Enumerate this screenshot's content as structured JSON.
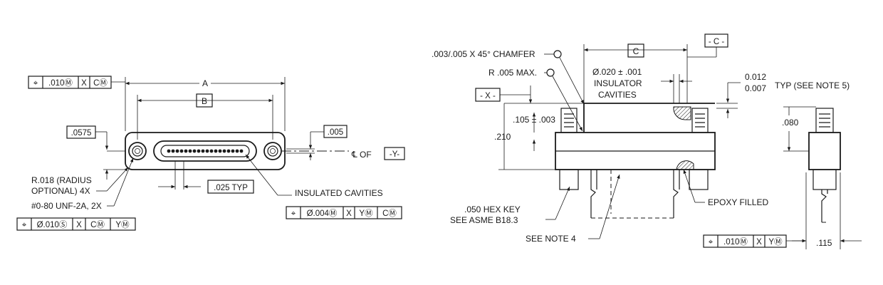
{
  "front_view": {
    "fcf_top": [
      "⌖",
      ".010Ⓜ",
      "X",
      "CⓂ"
    ],
    "dim_a": "A",
    "dim_b": "B",
    "dim_0575": ".0575",
    "dim_005": ".005",
    "centerline_label": "℄ OF",
    "datum_y": "-Y-",
    "radius_line1": "R.018 (RADIUS",
    "radius_line2": "OPTIONAL) 4X",
    "thread": "#0-80 UNF-2A, 2X",
    "dim_025": ".025 TYP",
    "insulated_cavities": "INSULATED CAVITIES",
    "fcf_bottom_left": [
      "⌖",
      "Ø.010Ⓢ",
      "X",
      "CⓂ",
      "YⓂ"
    ],
    "fcf_bottom_right": [
      "⌖",
      "Ø.004Ⓜ",
      "X",
      "YⓂ",
      "CⓂ"
    ]
  },
  "side_view": {
    "chamfer": ".003/.005 X 45° CHAMFER",
    "radius_max": "R .005 MAX.",
    "datum_x": "- X -",
    "dim_c": "C",
    "datum_c": "- C -",
    "insulator_line1": "Ø.020 ± .001",
    "insulator_line2": "INSULATOR",
    "insulator_line3": "CAVITIES",
    "dim_105": ".105 ± .003",
    "dim_210": ".210",
    "hex_key_line1": ".050 HEX KEY",
    "hex_key_line2": "SEE ASME B18.3",
    "see_note_4": "SEE NOTE 4",
    "epoxy": "EPOXY FILLED"
  },
  "end_view": {
    "dim_012": "0.012",
    "dim_007": "0.007",
    "typ_note": "TYP (SEE NOTE 5)",
    "dim_080": ".080",
    "dim_115": ".115",
    "fcf": [
      "⌖",
      ".010Ⓜ",
      "X",
      "YⓂ"
    ]
  }
}
